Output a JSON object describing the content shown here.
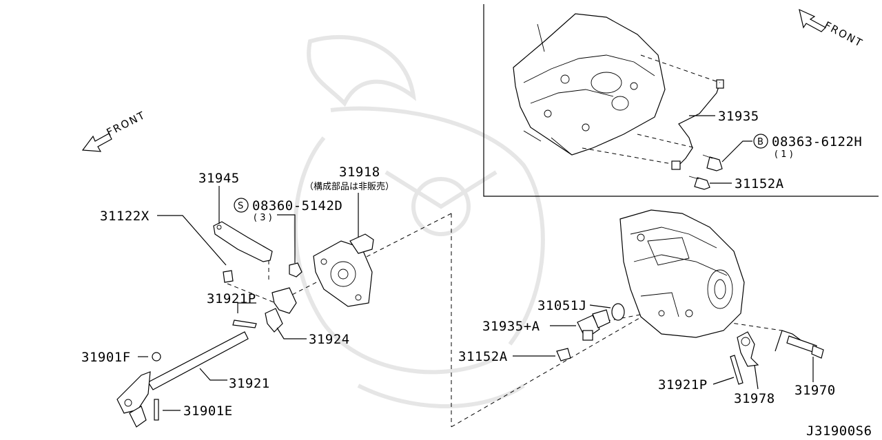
{
  "diagram_code": "J31900S6",
  "front_label": "FRONT",
  "inset": {
    "parts": {
      "p31935": "31935",
      "b_symbol": "B",
      "b_part_no": "08363-6122H",
      "b_qty": "( 1 )",
      "p31152A": "31152A"
    }
  },
  "left_assembly": {
    "p31918": "31918",
    "p31918_note": "（構成部品は非販売）",
    "p31945": "31945",
    "s_symbol": "S",
    "s_part_no": "08360-5142D",
    "s_qty": "( 3 )",
    "p31122X": "31122X",
    "p31921P": "31921P",
    "p31924": "31924",
    "p31901F": "31901F",
    "p31921": "31921",
    "p31901E": "31901E"
  },
  "right_assembly": {
    "p31051J": "31051J",
    "p31935A": "31935+A",
    "p31152A": "31152A",
    "p31921P": "31921P",
    "p31978": "31978",
    "p31970": "31970"
  }
}
